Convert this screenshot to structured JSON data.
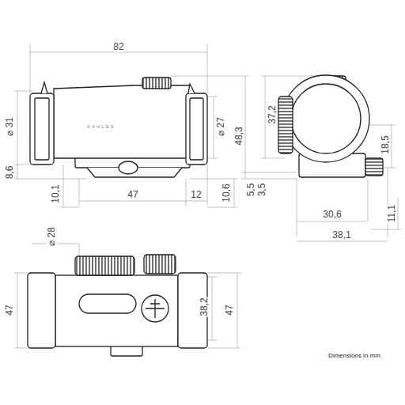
{
  "diagram": {
    "labels": [
      "82",
      "⌀ 31",
      "8,6",
      "10,1",
      "47",
      "12",
      "10,6",
      "⌀ 27",
      "48,3",
      "KAHLES",
      "37,2",
      "18,5",
      "5,5",
      "3,5",
      "30,6",
      "11,1",
      "38,1",
      "⌀ 28",
      "47",
      "38,2",
      "47",
      "Dimensions in mm"
    ]
  }
}
